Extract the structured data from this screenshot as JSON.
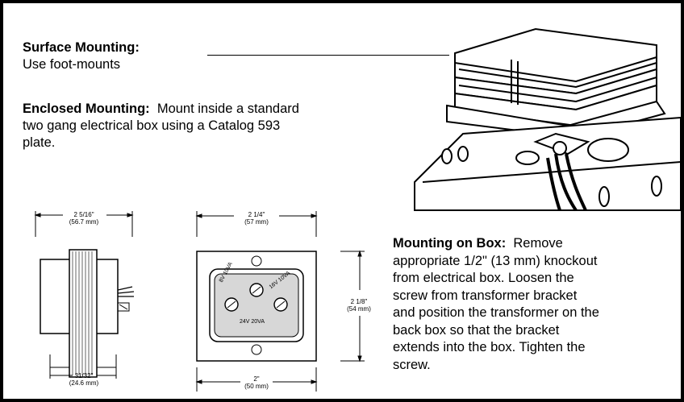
{
  "surface": {
    "heading": "Surface Mounting:",
    "text": "Use foot-mounts"
  },
  "enclosed": {
    "heading": "Enclosed Mounting:",
    "line1": "Mount inside a standard",
    "line2": "two gang electrical box using a Catalog 593",
    "line3": "plate."
  },
  "box_mount": {
    "heading": "Mounting on Box:",
    "line1": "Remove",
    "line2": "appropriate 1/2\" (13 mm) knockout",
    "line3": "from electrical box.  Loosen the",
    "line4": "screw from transformer bracket",
    "line5": "and position the transformer on the",
    "line6": "back box so that the bracket",
    "line7": "extends into the box.  Tighten the",
    "line8": "screw."
  },
  "side_view": {
    "width_in": "2 5/16\"",
    "width_mm": "(56.7 mm)",
    "foot_in": "31/32\"",
    "foot_mm": "(24.6 mm)"
  },
  "front_view": {
    "width_in": "2 1/4\"",
    "width_mm": "(57 mm)",
    "height_in": "2 1/8\"",
    "height_mm": "(54 mm)",
    "bottom_in": "2\"",
    "bottom_mm": "(50 mm)",
    "tap_8v": "8V 10VA",
    "tap_16v": "16V 10VA",
    "tap_24v": "24V 20VA"
  }
}
